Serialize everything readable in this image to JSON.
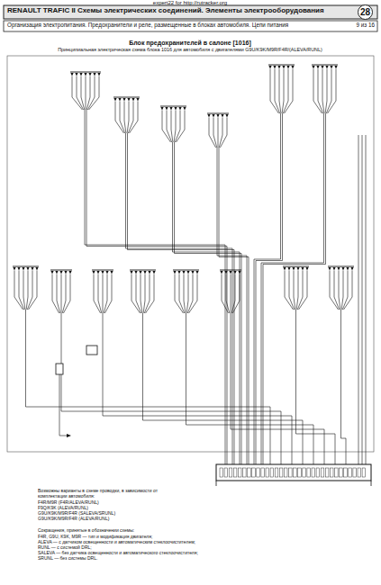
{
  "diagram": {
    "title": "RENAULT TRAFIC II  Схемы электрических соединений. Элементы электрооборудования",
    "nodes": [
      {
        "text": [
          "28"
        ]
      }
    ],
    "labels": [
      "expert22 for http://rutracker.org",
      "Организация электропитания. Предохранители и реле, размещенные в блоках автомобиля. Цепи питания",
      "9 из 16",
      "Блок предохранителей в салоне [1016]",
      "Принципиальная электрическая схема блока 1016 для автомобиля с двигателями G9U/K9K/M9R/F4R/(ALEVA/RUNL)",
      "Возможны варианты в схеме проводки, в зависимости от",
      "комплектации автомобиля:",
      "F4R/M9R (F4R/ALEVA/RUNL)",
      "F9Q/K9K (ALEVA/RUNL)",
      "G9U/K9K/M9R/F4R (SALEVA/SRUNL)",
      "G9U/K9K/M9R/F4R (ALEVA/RUNL)",
      "Сокращения, принятые в обозначении схемы:",
      "F4R, G9U, K9K, M9R — тип и модификация двигателя;",
      "ALEVA — с датчиком освещенности и автоматическим стеклоочистителем;",
      "RUNL — с системой DRL;",
      "SALEVA — без датчика освещенности и автоматического стеклоочистителя;",
      "SRUNL — без системы DRL."
    ]
  }
}
